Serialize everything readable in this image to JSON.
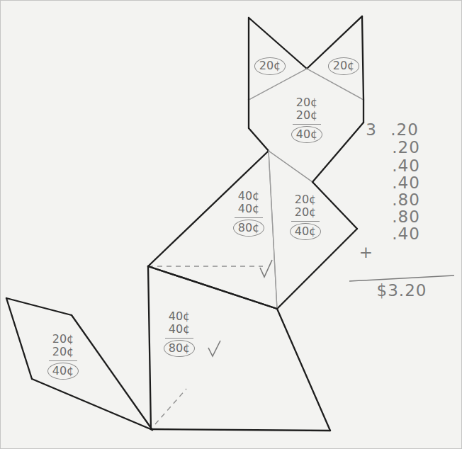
{
  "diagram": {
    "nodes": [
      {
        "text": [
          "20¢"
        ]
      },
      {
        "text": [
          "20¢"
        ]
      },
      {
        "text": [
          "20¢",
          "20¢",
          "40¢"
        ]
      },
      {
        "text": [
          "40¢",
          "40¢",
          "80¢"
        ]
      },
      {
        "text": [
          "20¢",
          "20¢",
          "40¢"
        ]
      },
      {
        "text": [
          "40¢",
          "40¢",
          "80¢"
        ]
      },
      {
        "text": [
          "20¢",
          "20¢",
          "40¢"
        ]
      }
    ],
    "labels": [
      "3",
      ".20",
      ".20",
      ".40",
      ".40",
      ".80",
      ".80",
      ".40",
      "+",
      "$3.20"
    ]
  }
}
